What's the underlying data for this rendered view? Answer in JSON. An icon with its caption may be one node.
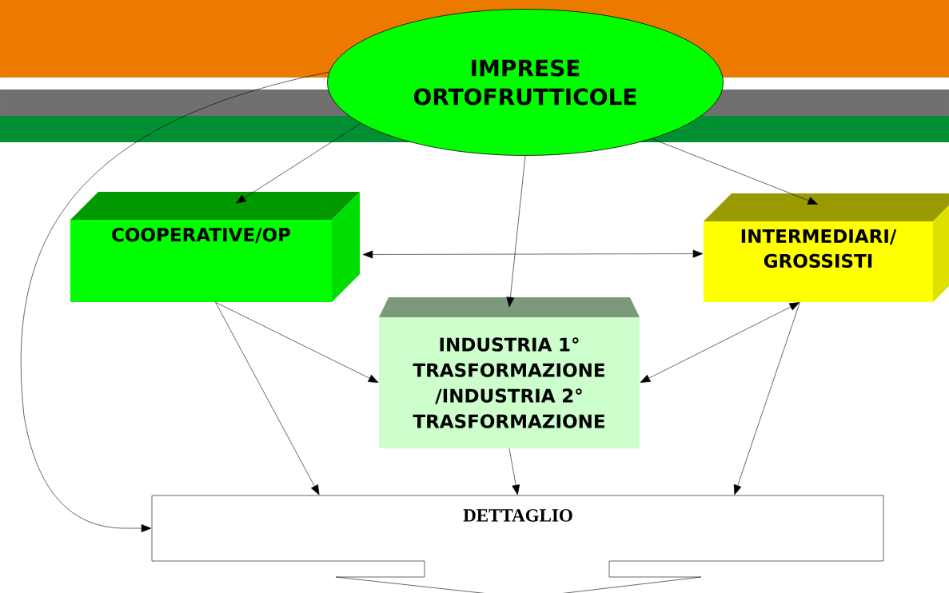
{
  "diagram": {
    "nodes": [
      {
        "text": [
          "IMPRESE ORTOFRUTTICOLE"
        ]
      },
      {
        "text": [
          "COOPERATIVE/OP"
        ]
      },
      {
        "text": [
          "INTERMEDIARI/ GROSSISTI"
        ]
      },
      {
        "text": [
          "INDUSTRIA 1° TRASFORMAZIONE /INDUSTRIA 2° TRASFORMAZIONE"
        ]
      },
      {
        "text": [
          "DETTAGLIO"
        ]
      }
    ],
    "edges": [
      {
        "from": 0,
        "to": 1,
        "arrow": "to"
      },
      {
        "from": 0,
        "to": 3,
        "arrow": "to"
      },
      {
        "from": 0,
        "to": 2,
        "arrow": "to"
      },
      {
        "from": 1,
        "to": 2,
        "arrow": "both"
      },
      {
        "from": 0,
        "to": 4,
        "arrow": "to"
      },
      {
        "from": 1,
        "to": 3,
        "arrow": "to"
      },
      {
        "from": 1,
        "to": 4,
        "arrow": "to"
      },
      {
        "from": 2,
        "to": 3,
        "arrow": "both"
      },
      {
        "from": 2,
        "to": 4,
        "arrow": "to"
      },
      {
        "from": 3,
        "to": 4,
        "arrow": "to"
      }
    ]
  }
}
